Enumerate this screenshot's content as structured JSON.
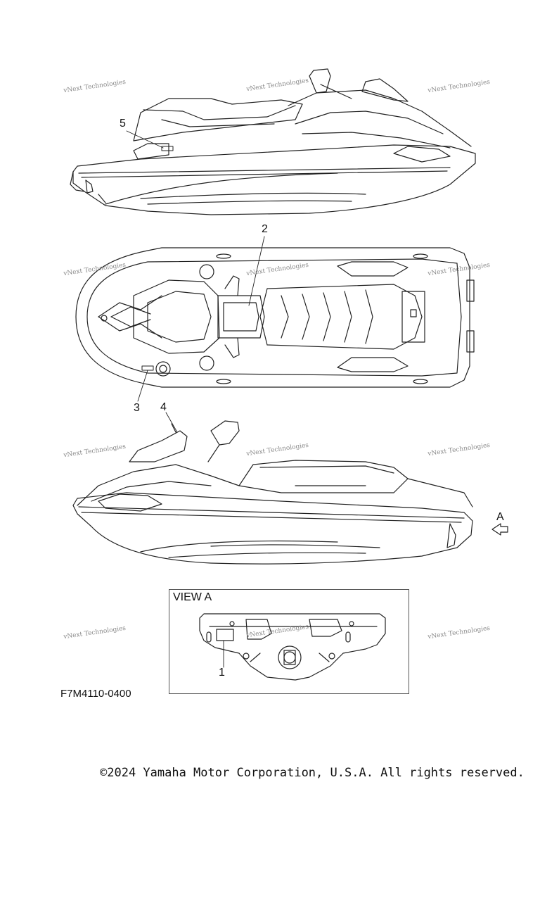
{
  "watermark": "vNext Technologies",
  "callouts": [
    "1",
    "2",
    "3",
    "4",
    "5"
  ],
  "view_arrow_label": "A",
  "view_label": "VIEW A",
  "part_code": "F7M4110-0400",
  "copyright": "©2024 Yamaha Motor Corporation, U.S.A. All rights reserved."
}
